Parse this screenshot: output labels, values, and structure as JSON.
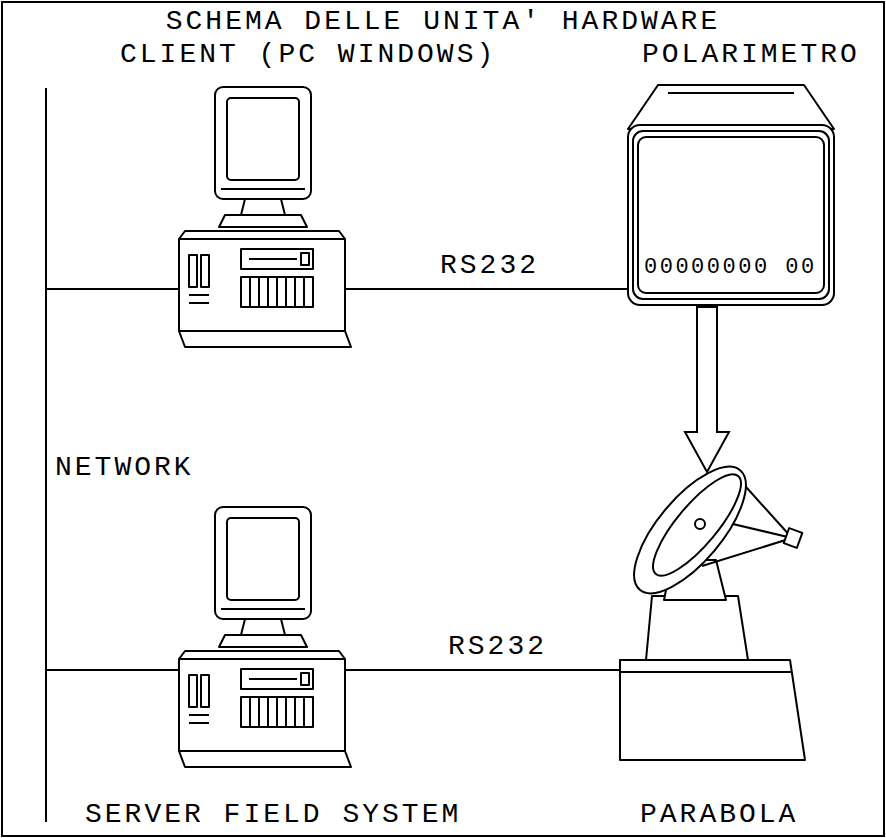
{
  "diagram": {
    "title": "SCHEMA DELLE UNITA' HARDWARE",
    "nodes": [
      {
        "text": [
          "CLIENT (PC WINDOWS)"
        ]
      },
      {
        "text": [
          "POLARIMETRO",
          "00000000 00"
        ]
      },
      {
        "text": [
          "NETWORK"
        ]
      },
      {
        "text": [
          "SERVER FIELD SYSTEM"
        ]
      },
      {
        "text": [
          "PARABOLA"
        ]
      }
    ],
    "edges": [
      {
        "from": 2,
        "to": 0,
        "arrow": "none"
      },
      {
        "from": 0,
        "to": 1,
        "label": "RS232",
        "arrow": "none"
      },
      {
        "from": 1,
        "to": 4,
        "arrow": "to"
      },
      {
        "from": 2,
        "to": 3,
        "arrow": "none"
      },
      {
        "from": 3,
        "to": 4,
        "label": "RS232",
        "arrow": "none"
      }
    ]
  }
}
